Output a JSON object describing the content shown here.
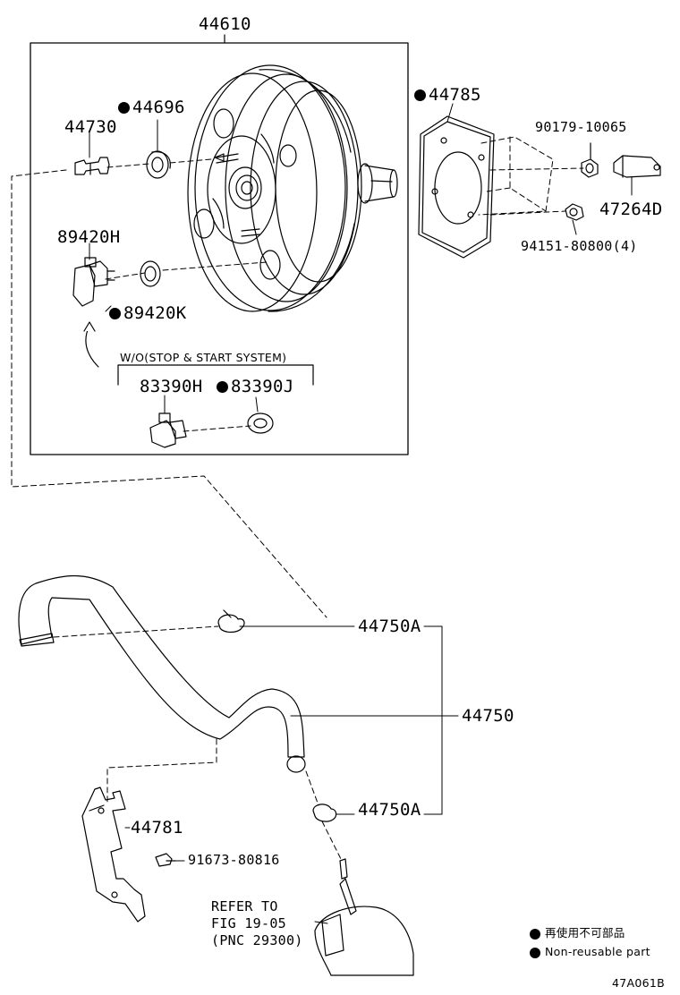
{
  "labels": {
    "booster": "44610",
    "check_valve": "44730",
    "grommet": "44696",
    "gasket": "44785",
    "nut_upper": "90179-10065",
    "clevis": "47264D",
    "nut_lower": "94151-80800(4)",
    "sensor": "89420H",
    "sensor_grommet": "89420K",
    "condition": "W/O(STOP & START SYSTEM)",
    "sensor_alt": "83390H",
    "sensor_alt_grommet": "83390J",
    "clamp_upper": "44750A",
    "hose": "44750",
    "clamp_lower": "44750A",
    "bracket": "44781",
    "bolt": "91673-80816",
    "refer_line1": "REFER TO",
    "refer_line2": "FIG 19-05",
    "refer_line3": "(PNC 29300)"
  },
  "legend": {
    "jp": "再使用不可部品",
    "en": "Non-reusable part"
  },
  "figure_code": "47A061B",
  "non_reusable_marker": "filled-circle-icon"
}
